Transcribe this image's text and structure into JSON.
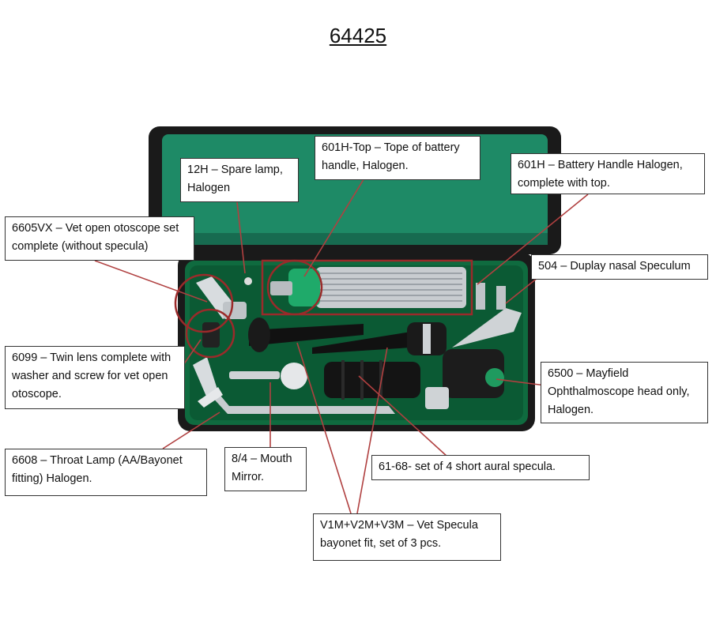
{
  "title": "64425",
  "labels": {
    "spare_lamp": "12H – Spare lamp, Halogen",
    "top_handle": "601H-Top – Tope of battery handle, Halogen.",
    "battery_handle": "601H – Battery Handle Halogen, complete with top.",
    "vet_otoscope": "6605VX – Vet open otoscope set complete (without specula)",
    "nasal_speculum": "504 – Duplay nasal Speculum",
    "twin_lens": "6099 – Twin lens complete with washer and screw for vet open otoscope.",
    "mayfield": "6500 – Mayfield Ophthalmoscope head only, Halogen.",
    "throat_lamp": "6608 – Throat Lamp (AA/Bayonet fitting) Halogen.",
    "mouth_mirror": "8/4 – Mouth Mirror.",
    "aural_specula": "61-68- set of 4 short aural specula.",
    "vet_specula": "V1M+V2M+V3M – Vet Specula bayonet fit, set of 3 pcs."
  },
  "colors": {
    "case_lining": "#1e8a66",
    "case_shell": "#1a1a1a",
    "foam_tray": "#0f6b3f",
    "highlight": "#9b2a2a",
    "pointer": "#b04040"
  }
}
